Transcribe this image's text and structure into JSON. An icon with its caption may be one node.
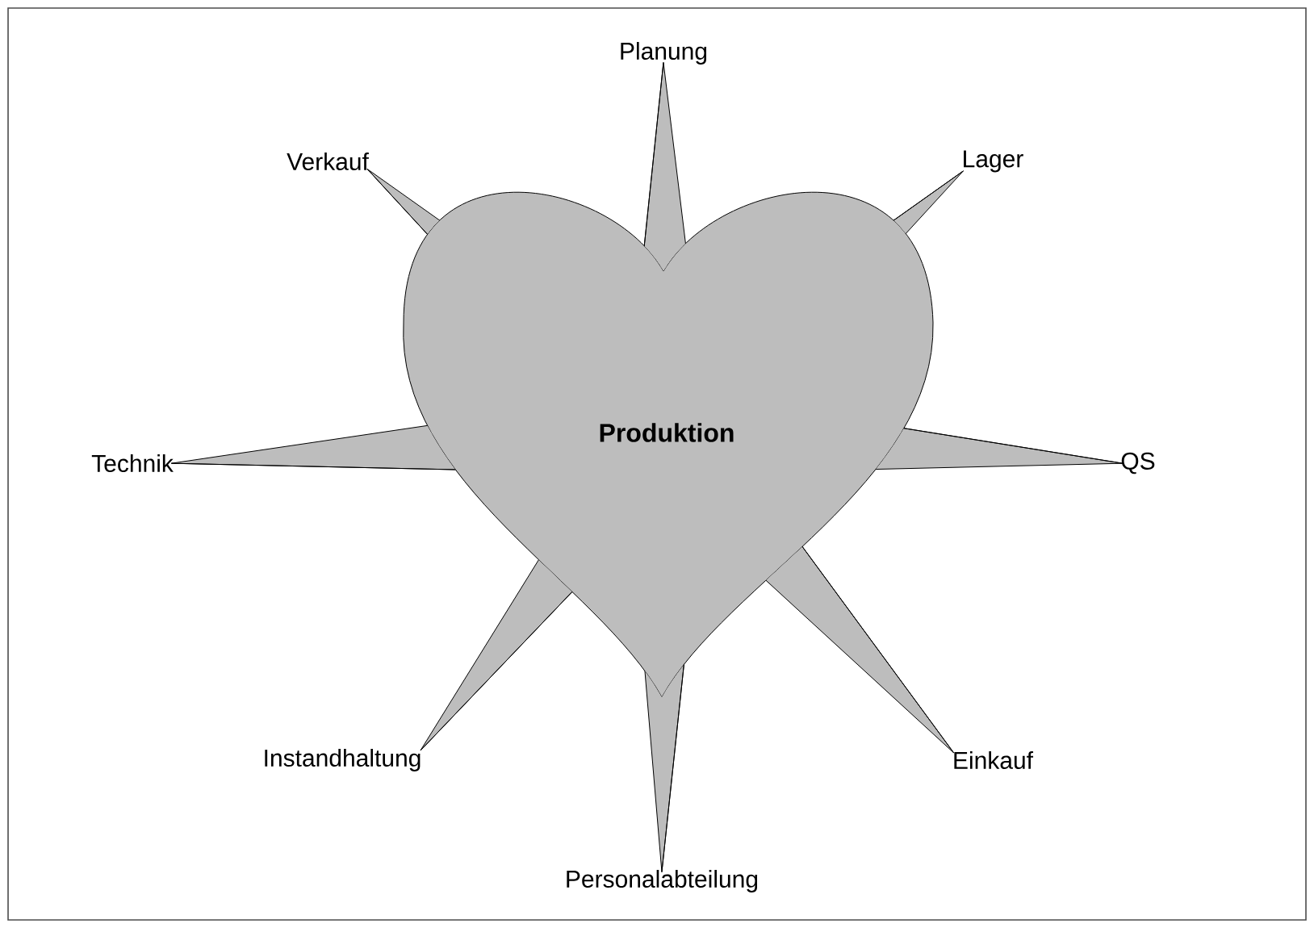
{
  "diagram": {
    "nodes": [
      {
        "text": [
          "Produktion"
        ]
      },
      {
        "text": [
          "Planung"
        ]
      },
      {
        "text": [
          "Lager"
        ]
      },
      {
        "text": [
          "QS"
        ]
      },
      {
        "text": [
          "Einkauf"
        ]
      },
      {
        "text": [
          "Personalabteilung"
        ]
      },
      {
        "text": [
          "Instandhaltung"
        ]
      },
      {
        "text": [
          "Technik"
        ]
      },
      {
        "text": [
          "Verkauf"
        ]
      }
    ],
    "edges": [
      {
        "from": 0,
        "to": 1,
        "arrow": "none"
      },
      {
        "from": 0,
        "to": 2,
        "arrow": "none"
      },
      {
        "from": 0,
        "to": 3,
        "arrow": "none"
      },
      {
        "from": 0,
        "to": 4,
        "arrow": "none"
      },
      {
        "from": 0,
        "to": 5,
        "arrow": "none"
      },
      {
        "from": 0,
        "to": 6,
        "arrow": "none"
      },
      {
        "from": 0,
        "to": 7,
        "arrow": "none"
      },
      {
        "from": 0,
        "to": 8,
        "arrow": "none"
      }
    ]
  }
}
